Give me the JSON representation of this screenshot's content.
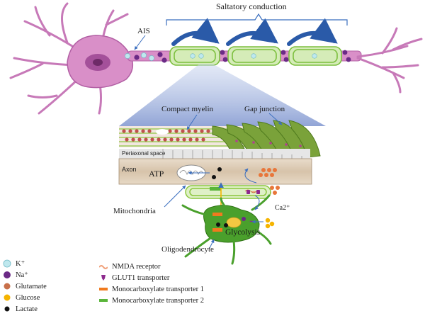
{
  "labels": {
    "saltatory": "Saltatory conduction",
    "ais": "AIS",
    "compact_myelin": "Compact myelin",
    "gap_junction": "Gap junction",
    "periaxonal": "Periaxonal space",
    "axon": "Axon",
    "atp": "ATP",
    "mitochondria": "Mitochondria",
    "ca": "Ca2⁺",
    "glycolysis": "Glycolysis",
    "oligodendrocyte": "Oligodendrocyte"
  },
  "legend_left": [
    {
      "label": "K⁺",
      "icon": "potassium-ion-icon",
      "color": "#bfe8ee"
    },
    {
      "label": "Na⁺",
      "icon": "sodium-ion-icon",
      "color": "#6b2a86"
    },
    {
      "label": "Glutamate",
      "icon": "glutamate-icon",
      "color": "#c8704a"
    },
    {
      "label": "Glucose",
      "icon": "glucose-icon",
      "color": "#f5b400"
    },
    {
      "label": "Lactate",
      "icon": "lactate-icon",
      "color": "#111111"
    }
  ],
  "legend_right": [
    {
      "label": "NMDA receptor",
      "icon": "nmda-receptor-icon",
      "color": "#f0a07a"
    },
    {
      "label": "GLUT1 transporter",
      "icon": "glut1-transporter-icon",
      "color": "#8e2b8e"
    },
    {
      "label": "Monocarboxylate transporter 1",
      "icon": "mct1-icon",
      "color": "#f07a1e"
    },
    {
      "label": "Monocarboxylate transporter 2",
      "icon": "mct2-icon",
      "color": "#5ab53a"
    }
  ],
  "ion_glyphs": {
    "k": "K",
    "na": "Na"
  },
  "colors": {
    "neuron": "#d98fc8",
    "neuron_dark": "#b25fa4",
    "myelin": "#8cc63f",
    "arrow": "#2a5aa8",
    "zoom_panel": "#8fa6d8"
  }
}
